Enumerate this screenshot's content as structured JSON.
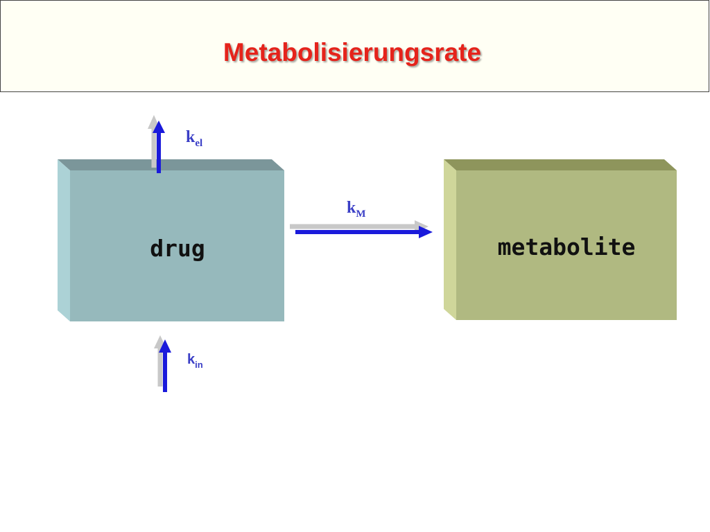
{
  "title": "Metabolisierungsrate",
  "colors": {
    "title": "#e5231b",
    "title_bar_bg": "#fffff4",
    "arrow": "#1a1adb",
    "rate_label": "#3a3ec6",
    "drug_front": "#96b9bc",
    "drug_side": "#acd2d6",
    "drug_top": "#7b969a",
    "metabolite_front": "#b0b981",
    "metabolite_side": "#cfd69a",
    "metabolite_top": "#8e955c"
  },
  "compartments": {
    "drug": {
      "label": "drug"
    },
    "metabolite": {
      "label": "metabolite"
    }
  },
  "rates": {
    "k_el": {
      "base": "k",
      "sub": "el"
    },
    "k_M": {
      "base": "k",
      "sub": "M"
    },
    "k_in": {
      "base": "k",
      "sub": "in"
    }
  }
}
